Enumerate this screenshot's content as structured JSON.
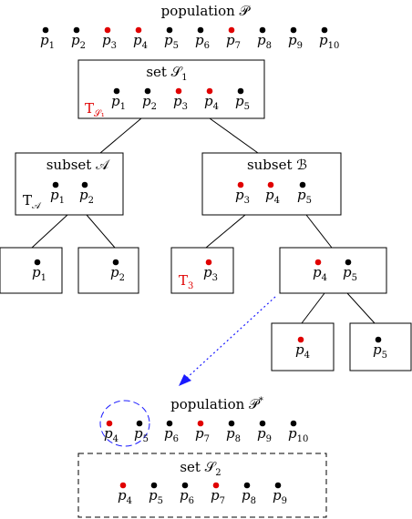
{
  "population_top": {
    "title": "population 𝒫",
    "items": [
      {
        "p": "p",
        "i": "1",
        "red": false
      },
      {
        "p": "p",
        "i": "2",
        "red": false
      },
      {
        "p": "p",
        "i": "3",
        "red": true
      },
      {
        "p": "p",
        "i": "4",
        "red": true
      },
      {
        "p": "p",
        "i": "5",
        "red": false
      },
      {
        "p": "p",
        "i": "6",
        "red": false
      },
      {
        "p": "p",
        "i": "7",
        "red": true
      },
      {
        "p": "p",
        "i": "8",
        "red": false
      },
      {
        "p": "p",
        "i": "9",
        "red": false
      },
      {
        "p": "p",
        "i": "10",
        "red": false
      }
    ]
  },
  "set1": {
    "title": "set 𝒮",
    "title_sub": "1",
    "tree_label": "T",
    "tree_label_sub": "𝒮₁",
    "items": [
      {
        "i": "1",
        "red": false
      },
      {
        "i": "2",
        "red": false
      },
      {
        "i": "3",
        "red": true
      },
      {
        "i": "4",
        "red": true
      },
      {
        "i": "5",
        "red": false
      }
    ]
  },
  "subsetA": {
    "title": "subset 𝒜",
    "tree_label": "T",
    "tree_label_sub": "𝒜",
    "items": [
      {
        "i": "1",
        "red": false
      },
      {
        "i": "2",
        "red": false
      }
    ]
  },
  "subsetB": {
    "title": "subset ℬ",
    "items": [
      {
        "i": "3",
        "red": true
      },
      {
        "i": "4",
        "red": true
      },
      {
        "i": "5",
        "red": false
      }
    ]
  },
  "leaves": {
    "a1": {
      "i": "1",
      "red": false
    },
    "a2": {
      "i": "2",
      "red": false
    },
    "b3": {
      "i": "3",
      "red": true,
      "tree_label": "T",
      "tree_label_sub": "3"
    },
    "b45": [
      {
        "i": "4",
        "red": true
      },
      {
        "i": "5",
        "red": false
      }
    ],
    "b4": {
      "i": "4",
      "red": true
    },
    "b5": {
      "i": "5",
      "red": false
    }
  },
  "population_star": {
    "title": "population 𝒫",
    "title_sup": "*",
    "items": [
      {
        "i": "4",
        "red": true
      },
      {
        "i": "5",
        "red": false
      },
      {
        "i": "6",
        "red": false
      },
      {
        "i": "7",
        "red": true
      },
      {
        "i": "8",
        "red": false
      },
      {
        "i": "9",
        "red": false
      },
      {
        "i": "10",
        "red": false
      }
    ]
  },
  "set2": {
    "title": "set 𝒮",
    "title_sub": "2",
    "items": [
      {
        "i": "4",
        "red": true
      },
      {
        "i": "5",
        "red": false
      },
      {
        "i": "6",
        "red": false
      },
      {
        "i": "7",
        "red": true
      },
      {
        "i": "8",
        "red": false
      },
      {
        "i": "9",
        "red": false
      }
    ]
  },
  "colors": {
    "black": "#000000",
    "red": "#e00000",
    "blue": "#1a1aff"
  }
}
